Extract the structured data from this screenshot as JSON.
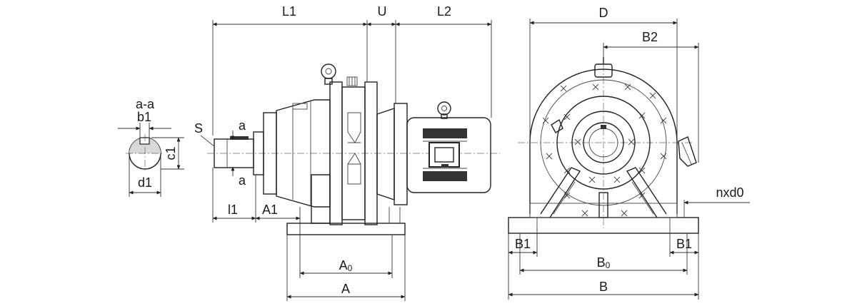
{
  "labels": {
    "L1": "L1",
    "U": "U",
    "L2": "L2",
    "D": "D",
    "B2": "B2",
    "aa": "a-a",
    "b1": "b1",
    "c1": "c1",
    "d1": "d1",
    "S": "S",
    "a_top": "a",
    "a_bottom": "a",
    "l1": "l1",
    "A1": "A1",
    "A0_main": "A",
    "A0_sub": "0",
    "A": "A",
    "B1_left": "B1",
    "B1_right": "B1",
    "B0_main": "B",
    "B0_sub": "0",
    "B": "B",
    "nxd0": "nxd0"
  }
}
